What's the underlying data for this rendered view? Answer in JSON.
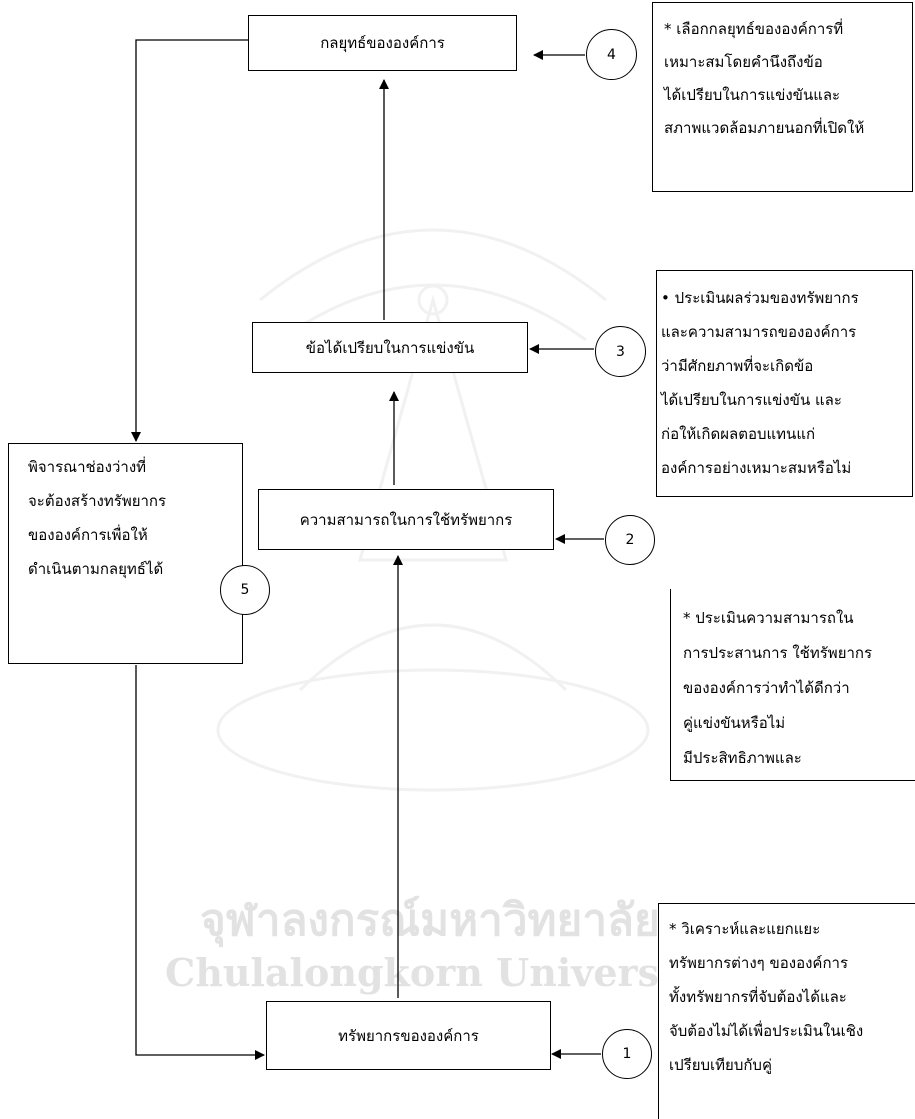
{
  "watermark": {
    "thai": "จุฬาลงกรณ์มหาวิทยาลัย",
    "english": "Chulalongkorn University"
  },
  "boxes": {
    "strategy": "กลยุทธ์ขององค์การ",
    "advantage": "ข้อได้เปรียบในการแข่งขัน",
    "capability": "ความสามารถในการใช้ทรัพยากร",
    "resources": "ทรัพยากรขององค์การ",
    "gap": [
      "พิจารณาช่องว่างที่",
      "จะต้องสร้างทรัพยากร",
      "ขององค์การเพื่อให้",
      "ดำเนินตามกลยุทธ์ได้"
    ]
  },
  "circles": {
    "c1": "1",
    "c2": "2",
    "c3": "3",
    "c4": "4",
    "c5": "5"
  },
  "notes": {
    "n4": [
      "*  เลือกกลยุทธ์ขององค์การที่",
      "เหมาะสมโดยคำนึงถึงข้อ",
      "ได้เปรียบในการแข่งขันและ",
      "สภาพแวดล้อมภายนอกที่เปิดให้"
    ],
    "n3": [
      "• ประเมินผลร่วมของทรัพยากร",
      "และความสามารถขององค์การ",
      "ว่ามีศักยภาพที่จะเกิดข้อ",
      "ได้เปรียบในการแข่งขัน และ",
      "ก่อให้เกิดผลตอบแทนแก่",
      "องค์การอย่างเหมาะสมหรือไม่"
    ],
    "n2": [
      "*  ประเมินความสามารถใน",
      "การประสานการ ใช้ทรัพยากร",
      "ขององค์การว่าทำได้ดีกว่า",
      "คู่แข่งขันหรือไม่",
      "มีประสิทธิภาพและ"
    ],
    "n1": [
      "*  วิเคราะห์และแยกแยะ",
      "ทรัพยากรต่างๆ ขององค์การ",
      "ทั้งทรัพยากรที่จับต้องได้และ",
      "จับต้องไม่ได้เพื่อประเมินในเชิง",
      "เปรียบเทียบกับคู่"
    ]
  }
}
